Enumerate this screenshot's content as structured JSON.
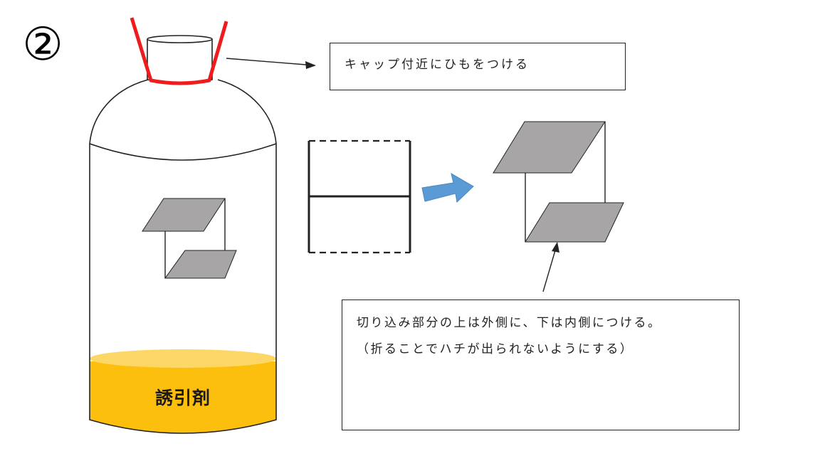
{
  "step_number": "②",
  "callouts": {
    "cap": "キャップ付近にひもをつける",
    "fold_line1": "切り込み部分の上は外側に、下は内側につける。",
    "fold_line2": "（折ることでハチが出られないようにする）"
  },
  "bottle": {
    "liquid_label": "誘引剤"
  },
  "colors": {
    "string": "#ee1c1c",
    "flap": "#a7a5a5",
    "liquid": "#fdbf0e",
    "liquid_surface": "#fdd766",
    "arrow": "#5b9bd5",
    "outline": "#222222"
  },
  "icons": {
    "process_arrow": "right-arrow-icon"
  }
}
